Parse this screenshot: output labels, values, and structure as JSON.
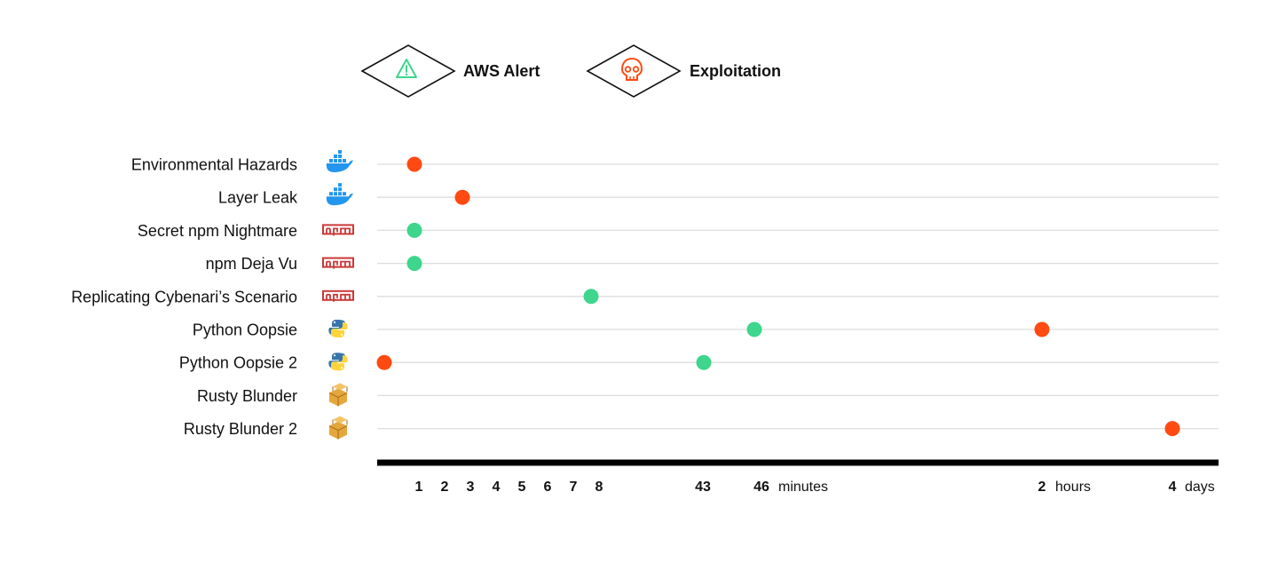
{
  "legend": [
    {
      "label": "AWS Alert",
      "icon": "warning-icon",
      "color": "#3dd68c"
    },
    {
      "label": "Exploitation",
      "icon": "skull-icon",
      "color": "#ff4a12"
    }
  ],
  "chart_data": {
    "type": "scatter",
    "rows": [
      {
        "label": "Environmental Hazards",
        "icon": "docker-icon"
      },
      {
        "label": "Layer Leak",
        "icon": "docker-icon"
      },
      {
        "label": "Secret npm Nightmare",
        "icon": "npm-icon"
      },
      {
        "label": "npm Deja Vu",
        "icon": "npm-icon"
      },
      {
        "label": "Replicating Cybenari’s Scenario",
        "icon": "npm-icon"
      },
      {
        "label": "Python Oopsie",
        "icon": "python-icon"
      },
      {
        "label": "Python Oopsie 2",
        "icon": "python-icon"
      },
      {
        "label": "Rusty Blunder",
        "icon": "crate-icon"
      },
      {
        "label": "Rusty Blunder 2",
        "icon": "crate-icon"
      }
    ],
    "ticks": [
      {
        "num": "1",
        "unit": ""
      },
      {
        "num": "2",
        "unit": ""
      },
      {
        "num": "3",
        "unit": ""
      },
      {
        "num": "4",
        "unit": ""
      },
      {
        "num": "5",
        "unit": ""
      },
      {
        "num": "6",
        "unit": ""
      },
      {
        "num": "7",
        "unit": ""
      },
      {
        "num": "8",
        "unit": ""
      },
      {
        "num": "43",
        "unit": ""
      },
      {
        "num": "46",
        "unit": "minutes"
      },
      {
        "num": "2",
        "unit": "hours"
      },
      {
        "num": "4",
        "unit": "days"
      }
    ],
    "points": [
      {
        "row": 0,
        "event": "Exploitation",
        "time": "1 minute"
      },
      {
        "row": 1,
        "event": "Exploitation",
        "time": "3 minutes"
      },
      {
        "row": 2,
        "event": "AWS Alert",
        "time": "1 minute"
      },
      {
        "row": 3,
        "event": "AWS Alert",
        "time": "1 minute"
      },
      {
        "row": 4,
        "event": "AWS Alert",
        "time": "8 minutes"
      },
      {
        "row": 5,
        "event": "AWS Alert",
        "time": "46 minutes"
      },
      {
        "row": 5,
        "event": "Exploitation",
        "time": "2 hours"
      },
      {
        "row": 6,
        "event": "Exploitation",
        "time": "< 1 minute"
      },
      {
        "row": 6,
        "event": "AWS Alert",
        "time": "43 minutes"
      },
      {
        "row": 8,
        "event": "Exploitation",
        "time": "4 days"
      }
    ],
    "colors": {
      "AWS Alert": "#3dd68c",
      "Exploitation": "#ff4a12",
      "gridline": "#dddddd",
      "axis": "#000000"
    },
    "grid": true,
    "legend_position": "top"
  }
}
